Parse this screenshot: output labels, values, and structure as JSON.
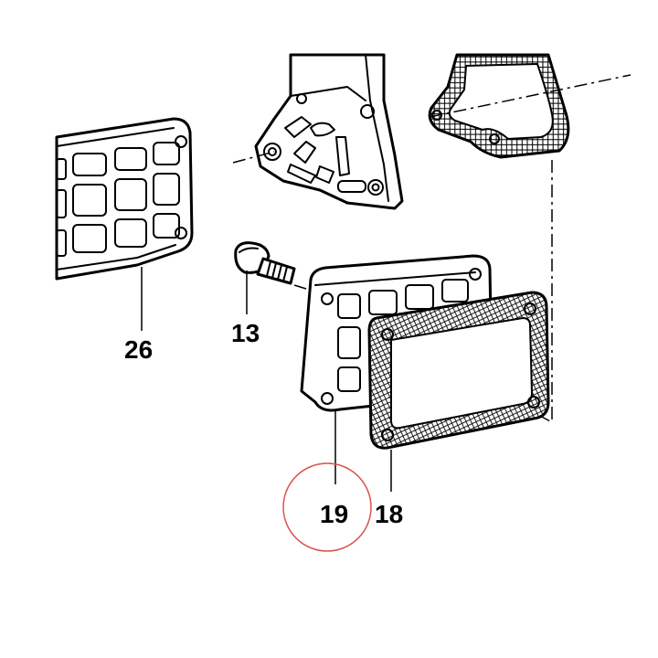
{
  "labels": {
    "part_26": "26",
    "part_13": "13",
    "part_19": "19",
    "part_18": "18"
  },
  "colors": {
    "line": "#000000",
    "highlight_circle": "#d9534f",
    "background": "#ffffff"
  },
  "highlighted_part": "19"
}
